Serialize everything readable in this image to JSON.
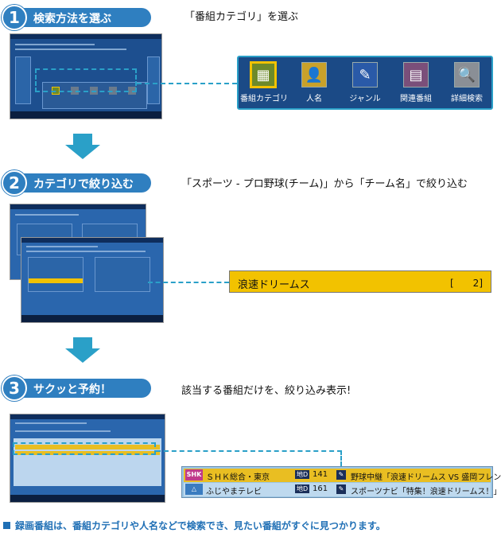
{
  "steps": [
    {
      "num": "1",
      "title": "検索方法を選ぶ",
      "caption": "「番組カテゴリ」を選ぶ"
    },
    {
      "num": "2",
      "title": "カテゴリで絞り込む",
      "caption": "「スポーツ - プロ野球(チーム)」から「チーム名」で絞り込む"
    },
    {
      "num": "3",
      "title": "サクッと予約！",
      "caption": "該当する番組だけを、絞り込み表示!"
    }
  ],
  "menu": {
    "items": [
      {
        "label": "番組カテゴリ",
        "icon": "category-grid-icon",
        "glyph": "▦",
        "selected": true
      },
      {
        "label": "人名",
        "icon": "person-icon",
        "glyph": "👤",
        "selected": false
      },
      {
        "label": "ジャンル",
        "icon": "genre-icon",
        "glyph": "✎",
        "selected": false
      },
      {
        "label": "関連番組",
        "icon": "related-programs-icon",
        "glyph": "▤",
        "selected": false
      },
      {
        "label": "詳細検索",
        "icon": "magnifier-icon",
        "glyph": "🔍",
        "selected": false
      }
    ]
  },
  "team_filter": {
    "name": "浪速ドリームス",
    "count": "[　　2]"
  },
  "results": [
    {
      "channel": "ＳＨＫ総合・東京",
      "logo": "SHK",
      "badge": "地D",
      "number": "141",
      "title": "野球中継「浪速ドリームス VS 盛岡フレンズ」"
    },
    {
      "channel": "ふじやまテレビ",
      "logo": "△",
      "badge": "地D",
      "number": "161",
      "title": "スポーツナビ「特集！浪速ドリームス！」"
    }
  ],
  "footnote": "録画番組は、番組カテゴリや人名などで検索でき、見たい番組がすぐに見つかります。",
  "colors": {
    "accent": "#2f7fc0",
    "highlight": "#f2c200",
    "dash": "#2aa0c8",
    "screen": "#1d4f8f"
  }
}
